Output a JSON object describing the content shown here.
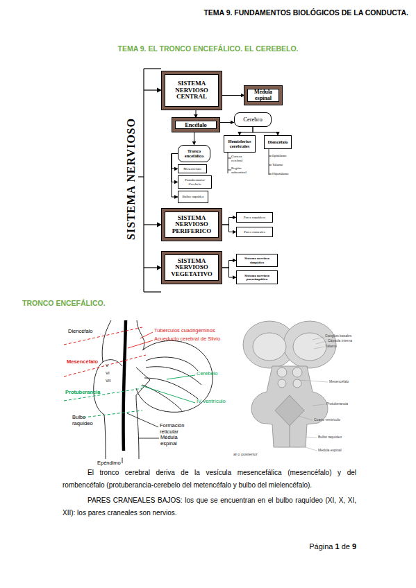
{
  "diagram": {
    "title": "TEMA 9. EL TRONCO ENCEFÁLICO. EL CEREBELO.",
    "nodes": [
      {
        "text": [
          "SISTEMA NERVIOSO CENTRAL"
        ]
      },
      {
        "text": [
          "Médula espinal"
        ]
      },
      {
        "text": [
          "Encéfalo"
        ]
      },
      {
        "text": [
          "Cerebro"
        ]
      },
      {
        "text": [
          "Hemisferios cerebrales"
        ]
      },
      {
        "text": [
          "Diencéfalo"
        ]
      },
      {
        "text": [
          "Tronco encefálico"
        ]
      },
      {
        "text": [
          "Mesencéfalo"
        ]
      },
      {
        "text": [
          "Protuberancia/ Cerebelo"
        ]
      },
      {
        "text": [
          "Bulbo raquídeo"
        ]
      },
      {
        "text": [
          "SISTEMA NERVIOSO PERIFERICO"
        ]
      },
      {
        "text": [
          "Pares raquídeos"
        ]
      },
      {
        "text": [
          "Pares craneales"
        ]
      },
      {
        "text": [
          "SISTEMA NERVIOSO VEGETATIVO"
        ]
      },
      {
        "text": [
          "Sistema nervioso simpático"
        ]
      },
      {
        "text": [
          "Sistema nervioso parasimpático"
        ]
      }
    ],
    "edges": [
      {
        "from": 0,
        "to": 1,
        "arrow": "to"
      },
      {
        "from": 0,
        "to": 2,
        "arrow": "to"
      },
      {
        "from": 2,
        "to": 3,
        "arrow": "to"
      },
      {
        "from": 3,
        "to": 4,
        "arrow": "to"
      },
      {
        "from": 3,
        "to": 5,
        "arrow": "to"
      },
      {
        "from": 2,
        "to": 6,
        "arrow": "to"
      },
      {
        "from": 6,
        "to": 7,
        "arrow": "to"
      },
      {
        "from": 6,
        "to": 8,
        "arrow": "to"
      },
      {
        "from": 6,
        "to": 9,
        "arrow": "to"
      },
      {
        "from": 10,
        "to": 11,
        "arrow": "to"
      },
      {
        "from": 10,
        "to": 12,
        "arrow": "to"
      },
      {
        "from": 13,
        "to": 14,
        "arrow": "to"
      },
      {
        "from": 13,
        "to": 15,
        "arrow": "to"
      }
    ],
    "labels": [
      "TEMA 9. FUNDAMENTOS BIOLÓGICOS DE LA CONDUCTA.",
      "SISTEMA NERVIOSO",
      "Corteza cerebral",
      "Región subcortical",
      "Epitálamo",
      "Tálamo",
      "Hipotálamo",
      "TRONCO ENCEFÁLICO.",
      "Diencéfalo",
      "Tubérculos cuadrigéminos",
      "Acueducto cerebral de Silvio",
      "Mesencéfalo",
      "Cerebelo",
      "Protuberancia",
      "IV ventrículo",
      "Bulbo raquídeo",
      "Formación reticular",
      "Médula espinal",
      "Epéndimo",
      "V",
      "VI",
      "VII",
      "Ganglios basales",
      "Cápsula interna",
      "Tálamo",
      "Mesencéfalo",
      "Protuberancia",
      "Cuarto ventrículo",
      "Bulbo raquídeo",
      "Médula espinal",
      "al o posterior",
      "El tronco cerebral deriva de la vesícula mesencefálica (mesencéfalo) y del rombencéfalo (protuberancia-cerebelo del metencéfalo y bulbo del mielencéfalo).",
      "PARES CRANEALES BAJOS: los que se encuentran en el bulbo raquídeo (XI, X, XI, XII): los pares craneales son nervios.",
      "Página",
      "1",
      "de",
      "9"
    ]
  }
}
